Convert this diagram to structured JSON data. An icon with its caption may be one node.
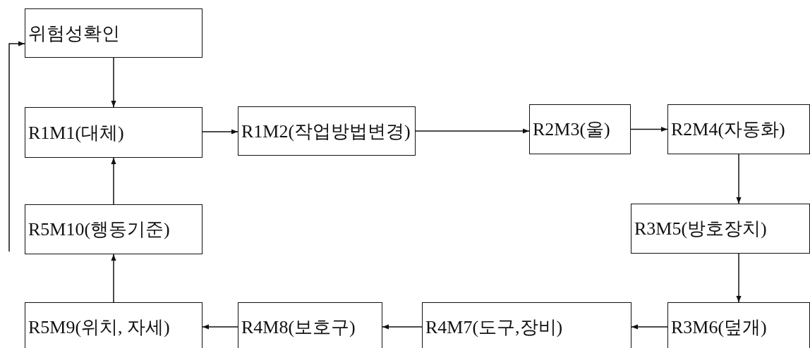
{
  "diagram": {
    "nodes": [
      {
        "text": [
          "위험성확인"
        ]
      },
      {
        "text": [
          "R1M1(대체)"
        ]
      },
      {
        "text": [
          "R1M2(작업방법변경)"
        ]
      },
      {
        "text": [
          "R2M3(울)"
        ]
      },
      {
        "text": [
          "R2M4(자동화)"
        ]
      },
      {
        "text": [
          "R3M5(방호장치)"
        ]
      },
      {
        "text": [
          "R3M6(덮개)"
        ]
      },
      {
        "text": [
          "R4M7(도구,장비)"
        ]
      },
      {
        "text": [
          "R4M8(보호구)"
        ]
      },
      {
        "text": [
          "R5M9(위치, 자세)"
        ]
      },
      {
        "text": [
          "R5M10(행동기준)"
        ]
      }
    ],
    "edges": [
      {
        "from": 0,
        "to": 1,
        "arrow": "to"
      },
      {
        "from": 1,
        "to": 2,
        "arrow": "to"
      },
      {
        "from": 2,
        "to": 3,
        "arrow": "to"
      },
      {
        "from": 3,
        "to": 4,
        "arrow": "to"
      },
      {
        "from": 4,
        "to": 5,
        "arrow": "to"
      },
      {
        "from": 5,
        "to": 6,
        "arrow": "to"
      },
      {
        "from": 6,
        "to": 7,
        "arrow": "to"
      },
      {
        "from": 7,
        "to": 8,
        "arrow": "to"
      },
      {
        "from": 8,
        "to": 9,
        "arrow": "to"
      },
      {
        "from": 9,
        "to": 10,
        "arrow": "to"
      },
      {
        "from": 10,
        "to": 1,
        "arrow": "to"
      },
      {
        "from": null,
        "to": 0,
        "arrow": "to"
      }
    ]
  }
}
